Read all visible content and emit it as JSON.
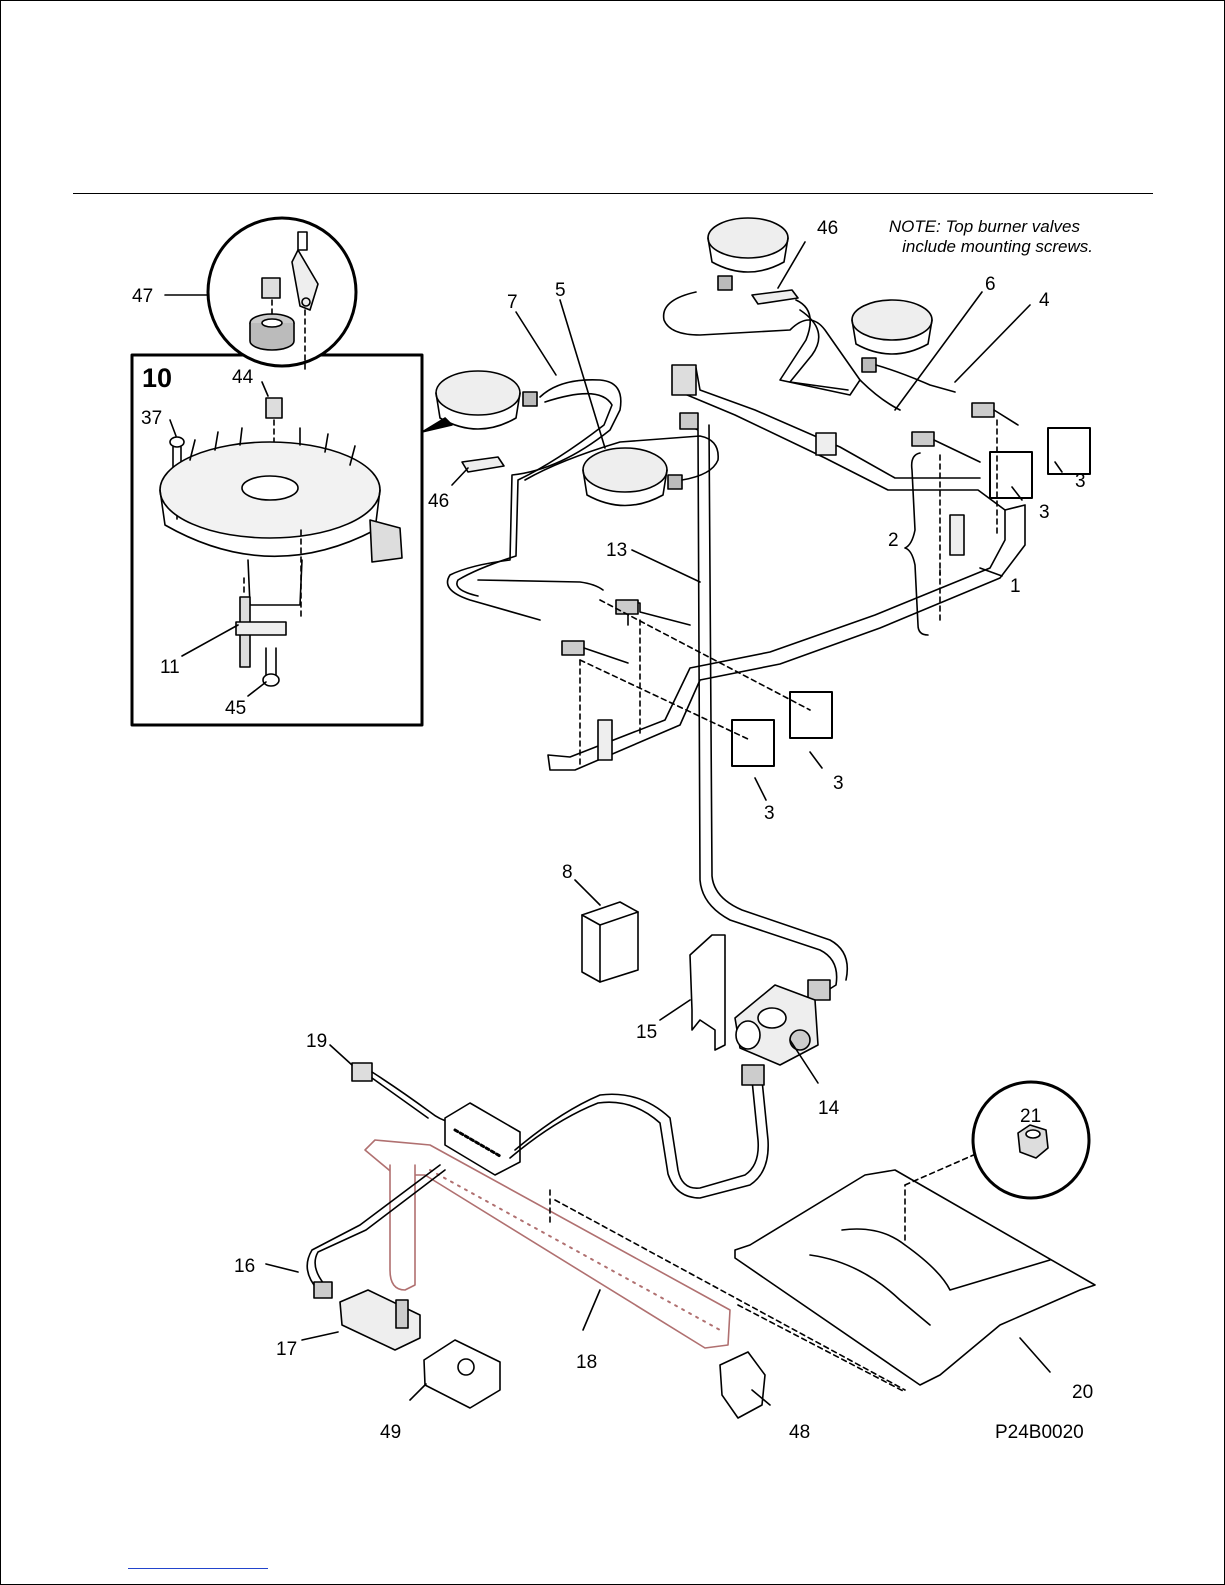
{
  "note": {
    "line1": "NOTE: Top burner valves",
    "line2": "include mounting screws."
  },
  "figure_code": "P24B0020",
  "inset": {
    "title": "10"
  },
  "callouts": {
    "c47": "47",
    "c44": "44",
    "c37": "37",
    "c11": "11",
    "c45": "45",
    "c7": "7",
    "c5": "5",
    "c46a": "46",
    "c46b": "46",
    "c6": "6",
    "c4": "4",
    "c3a": "3",
    "c3b": "3",
    "c3c": "3",
    "c3d": "3",
    "c2": "2",
    "c1": "1",
    "c13": "13",
    "c8": "8",
    "c15": "15",
    "c14": "14",
    "c19": "19",
    "c21": "21",
    "c16": "16",
    "c17": "17",
    "c18": "18",
    "c20": "20",
    "c49": "49",
    "c48": "48"
  },
  "colors": {
    "ink": "#000000",
    "shade": "#d9d9d9",
    "burner_tube": "#b07070"
  }
}
